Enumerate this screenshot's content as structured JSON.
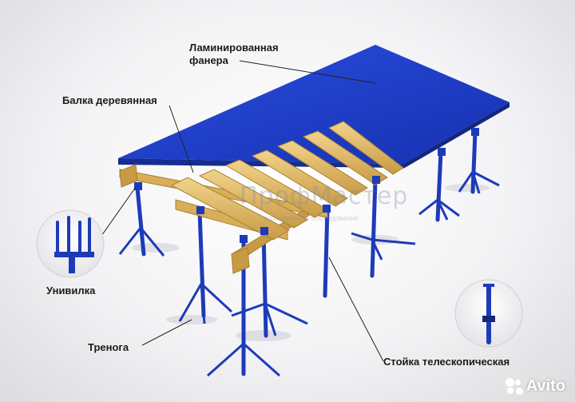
{
  "labels": {
    "plywood": "Ламинированная\nфанера",
    "beam": "Балка деревянная",
    "fork": "Унивилка",
    "tripod": "Тренога",
    "prop": "Стойка телескопическая"
  },
  "watermark": {
    "text": "ПрофМастер",
    "subtext": "строительное оборудование"
  },
  "brand": {
    "avito": "Avito"
  },
  "colors": {
    "plywood": "#1f3fd0",
    "plywood_edge": "#182f9a",
    "beam": "#e7c06a",
    "beam_dark": "#b8923e",
    "steel": "#1d3bb8",
    "leader": "#222222"
  }
}
